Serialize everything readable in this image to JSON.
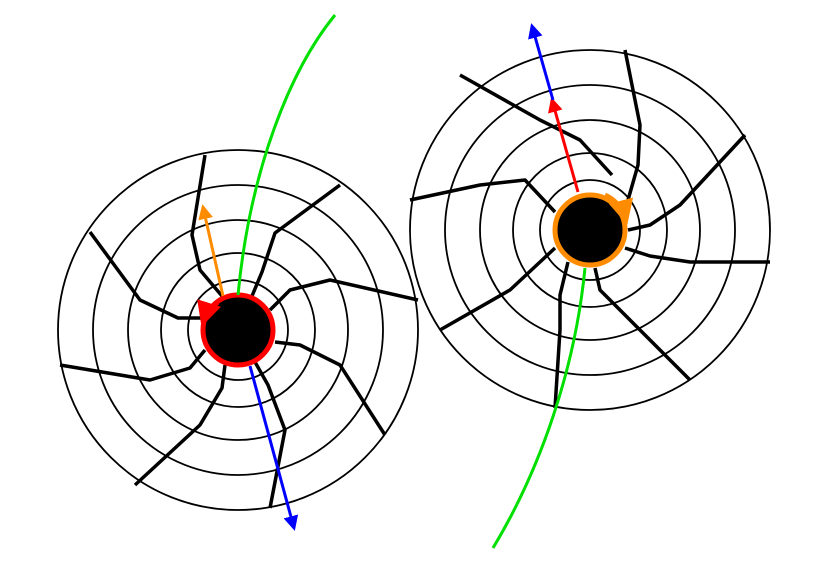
{
  "diagram": {
    "background": "#ffffff",
    "colors": {
      "ring_stroke": "#000000",
      "spiral_stroke": "#000000",
      "core_fill": "#000000",
      "trajectory": "#00e000",
      "left_core_ring": "#ff0000",
      "right_core_ring": "#ff8c00",
      "blue_arrow": "#0000ff",
      "red_arrow": "#ff0000",
      "orange_arrow": "#ff8c00"
    },
    "vortices": [
      {
        "name": "left-vortex",
        "core_ring_color": "#ff0000",
        "ring_count": 5,
        "spiral_arm_count": 8,
        "arrows": [
          "orange-arrow-icon",
          "blue-arrow-icon"
        ]
      },
      {
        "name": "right-vortex",
        "core_ring_color": "#ff8c00",
        "ring_count": 5,
        "spiral_arm_count": 8,
        "arrows": [
          "red-arrow-icon",
          "blue-arrow-icon"
        ]
      }
    ],
    "legend_text": []
  }
}
